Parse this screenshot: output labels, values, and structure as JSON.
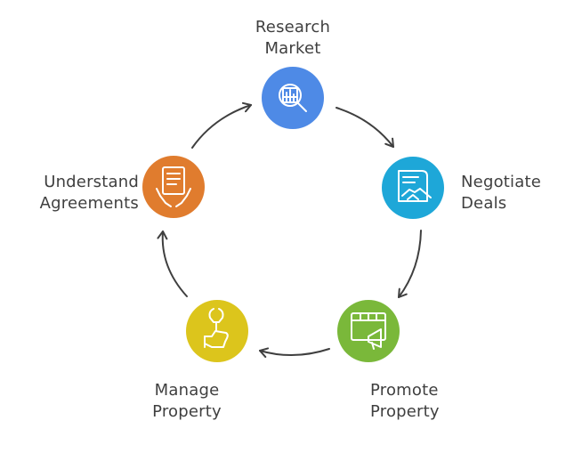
{
  "diagram": {
    "steps": [
      {
        "id": "research",
        "lines": [
          "Research",
          "Market"
        ],
        "icon": "market-research-icon",
        "color": "#4e8ae6"
      },
      {
        "id": "negotiate",
        "lines": [
          "Negotiate",
          "Deals"
        ],
        "icon": "handshake-document-icon",
        "color": "#1ea7d8"
      },
      {
        "id": "promote",
        "lines": [
          "Promote",
          "Property"
        ],
        "icon": "megaphone-billboard-icon",
        "color": "#7ab83a"
      },
      {
        "id": "manage",
        "lines": [
          "Manage",
          "Property"
        ],
        "icon": "wrench-thumbs-up-icon",
        "color": "#dcc51c"
      },
      {
        "id": "understand",
        "lines": [
          "Understand",
          "Agreements"
        ],
        "icon": "hands-document-icon",
        "color": "#e07c2e"
      }
    ],
    "arrow_color": "#3f3f3f"
  }
}
